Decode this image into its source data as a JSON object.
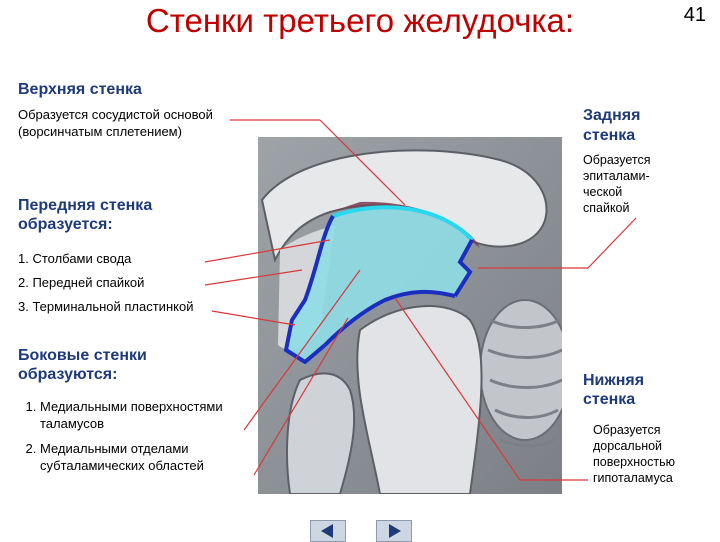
{
  "title": "Стенки третьего желудочка:",
  "slide_number": "41",
  "upper_wall": {
    "heading": "Верхняя стенка",
    "text_line1": "Образуется сосудистой основой",
    "text_line2": "(ворсинчатым сплетением)"
  },
  "anterior_wall": {
    "heading_line1": "Передняя стенка",
    "heading_line2": "образуется:",
    "items": [
      "1. Столбами свода",
      "2. Передней спайкой",
      "3. Терминальной пластинкой"
    ]
  },
  "lateral_walls": {
    "heading_line1": "Боковые стенки",
    "heading_line2": "образуются:",
    "items": [
      "Медиальными поверхностями таламусов",
      "Медиальными отделами субталамических областей"
    ]
  },
  "posterior_wall": {
    "heading_line1": "Задняя",
    "heading_line2": "стенка",
    "text_lines": [
      "Образуется",
      "эпиталами-",
      "ческой",
      "спайкой"
    ]
  },
  "inferior_wall": {
    "heading_line1": "Нижняя",
    "heading_line2": "стенка",
    "text_lines": [
      "Образуется",
      "дорсальной",
      "поверхностью",
      "гипоталамуса"
    ]
  },
  "colors": {
    "title": "#c00000",
    "heading": "#1f3a7a",
    "pointer_line": "#d9383a",
    "ventricle_fill": "#8fdde6",
    "wall_line": "#1a2fbf",
    "roof_line": "#27d8ee"
  },
  "icons": {
    "prev": "left-arrow-icon",
    "next": "right-arrow-icon"
  }
}
